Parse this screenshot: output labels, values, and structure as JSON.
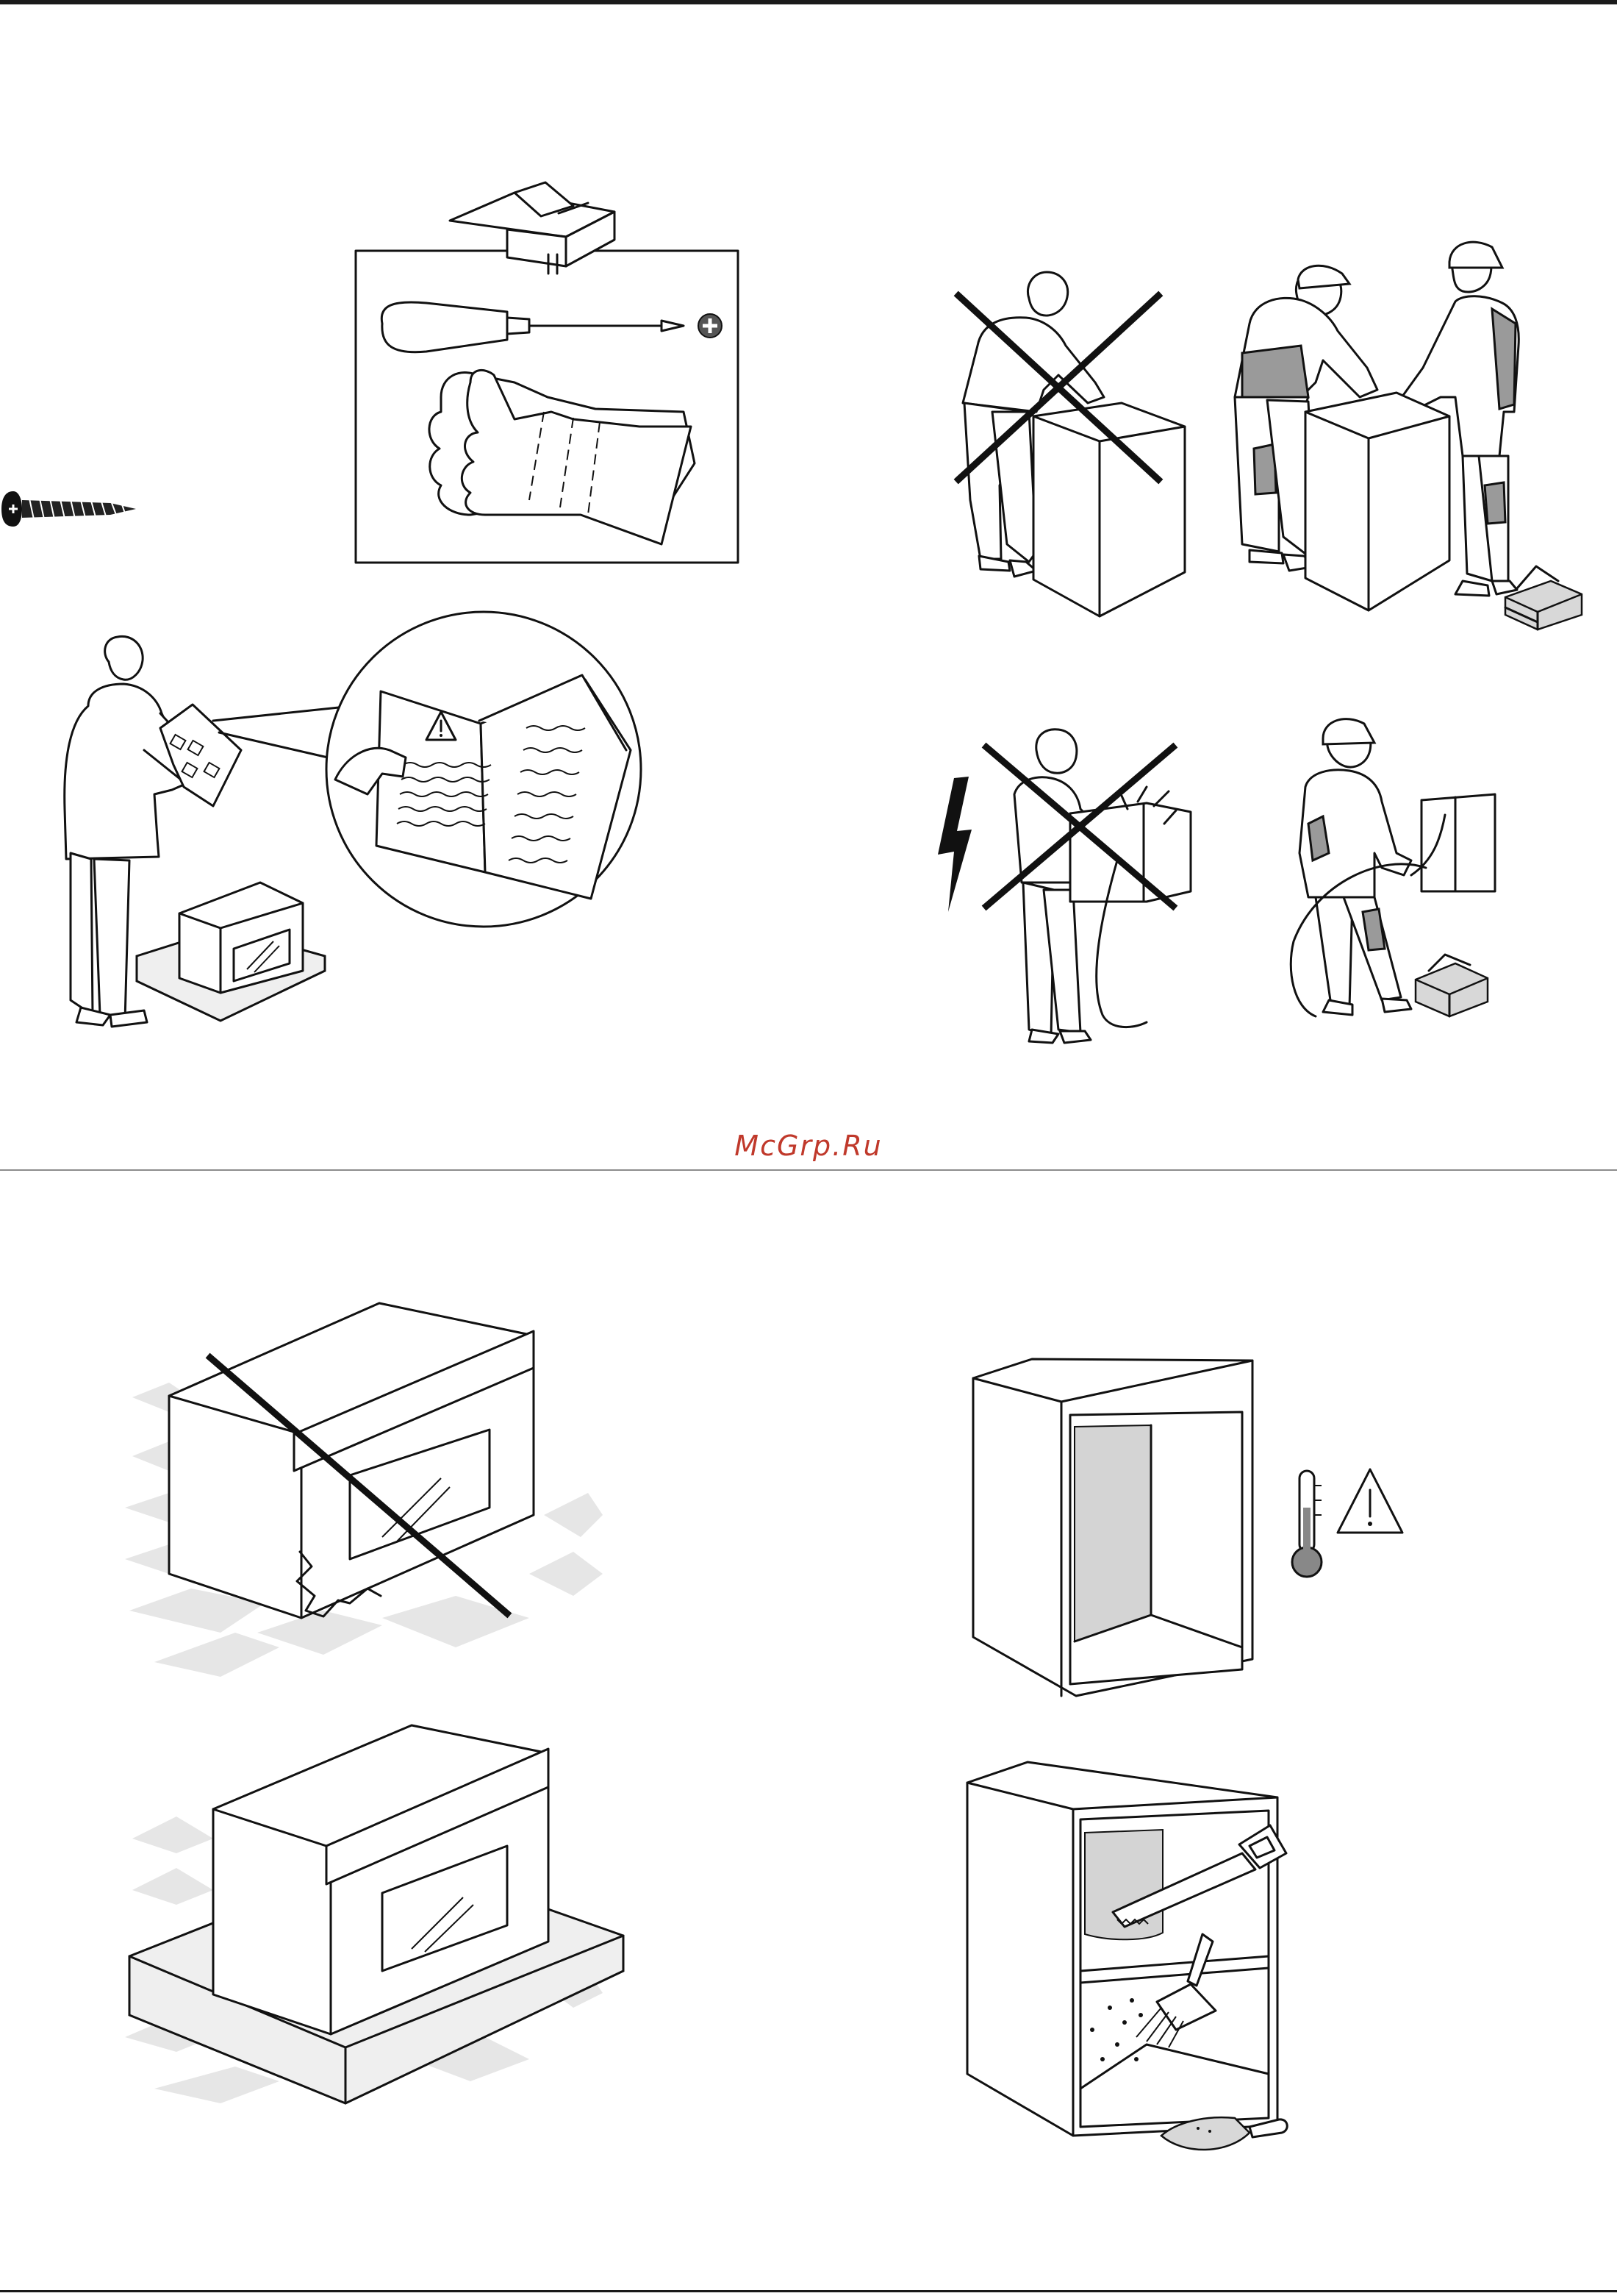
{
  "page": {
    "watermark": "McGrp.Ru",
    "watermark_color": "#c0392b"
  },
  "illustrations": [
    {
      "name": "tools-required",
      "icons": [
        "toolbox-icon",
        "screwdriver-icon",
        "phillips-plus-icon",
        "protective-gloves-icon"
      ]
    },
    {
      "name": "screw",
      "icons": [
        "screw-icon"
      ]
    },
    {
      "name": "read-manual",
      "icons": [
        "person-reading-icon",
        "manual-warning-icon",
        "oven-on-padding-icon"
      ]
    },
    {
      "name": "no-solo-lifting",
      "icons": [
        "person-lifting-icon",
        "prohibited-cross-icon"
      ]
    },
    {
      "name": "two-person-lifting",
      "icons": [
        "workers-lifting-icon",
        "toolbox-icon"
      ]
    },
    {
      "name": "no-unqualified-electrical",
      "icons": [
        "lightning-icon",
        "person-wiring-icon",
        "prohibited-cross-icon"
      ]
    },
    {
      "name": "qualified-electrician",
      "icons": [
        "electrician-icon",
        "toolbox-icon"
      ]
    },
    {
      "name": "no-damaged-placement",
      "icons": [
        "oven-damaged-icon",
        "prohibited-cross-icon"
      ]
    },
    {
      "name": "correct-placement",
      "icons": [
        "oven-on-padding-icon"
      ]
    },
    {
      "name": "cabinet-heat-warning",
      "icons": [
        "cabinet-icon",
        "thermometer-icon",
        "warning-triangle-icon"
      ]
    },
    {
      "name": "cabinet-prepare-clean",
      "icons": [
        "cabinet-icon",
        "saw-icon",
        "brush-icon",
        "dustpan-icon"
      ]
    }
  ]
}
